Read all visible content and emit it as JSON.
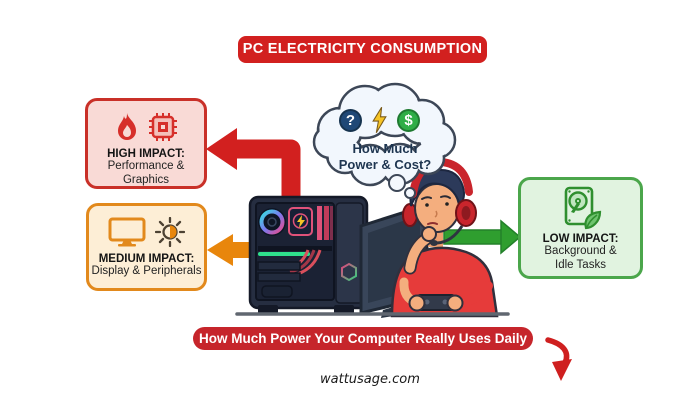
{
  "header": {
    "title": "PC ELECTRICITY CONSUMPTION"
  },
  "cloud": {
    "line1": "How Much",
    "line2": "Power & Cost?",
    "question_glyph": "?",
    "dollar_glyph": "$"
  },
  "impact_boxes": {
    "high": {
      "title": "HIGH IMPACT:",
      "line1": "Performance &",
      "line2": "Graphics"
    },
    "medium": {
      "title": "MEDIUM IMPACT:",
      "line1": "Display & Peripherals",
      "line2": ""
    },
    "low": {
      "title": "LOW IMPACT:",
      "line1": "Background &",
      "line2": "Idle Tasks"
    }
  },
  "footer": {
    "banner": "How Much Power Your Computer Really Uses Daily",
    "site": "wattusage.com"
  },
  "colors": {
    "banner_red": "#d2201f",
    "pill_red": "#c6252b",
    "high_fill": "#f9dad6",
    "high_border": "#c93028",
    "medium_fill": "#fdeed6",
    "medium_border": "#e2891c",
    "low_fill": "#e1f3e0",
    "low_border": "#4ba64b",
    "arrow_red": "#d2201f",
    "arrow_orange": "#e8860c",
    "arrow_green": "#2f9e2f",
    "cloud_fill": "#f2f7fd",
    "cloud_stroke": "#3d4757"
  }
}
